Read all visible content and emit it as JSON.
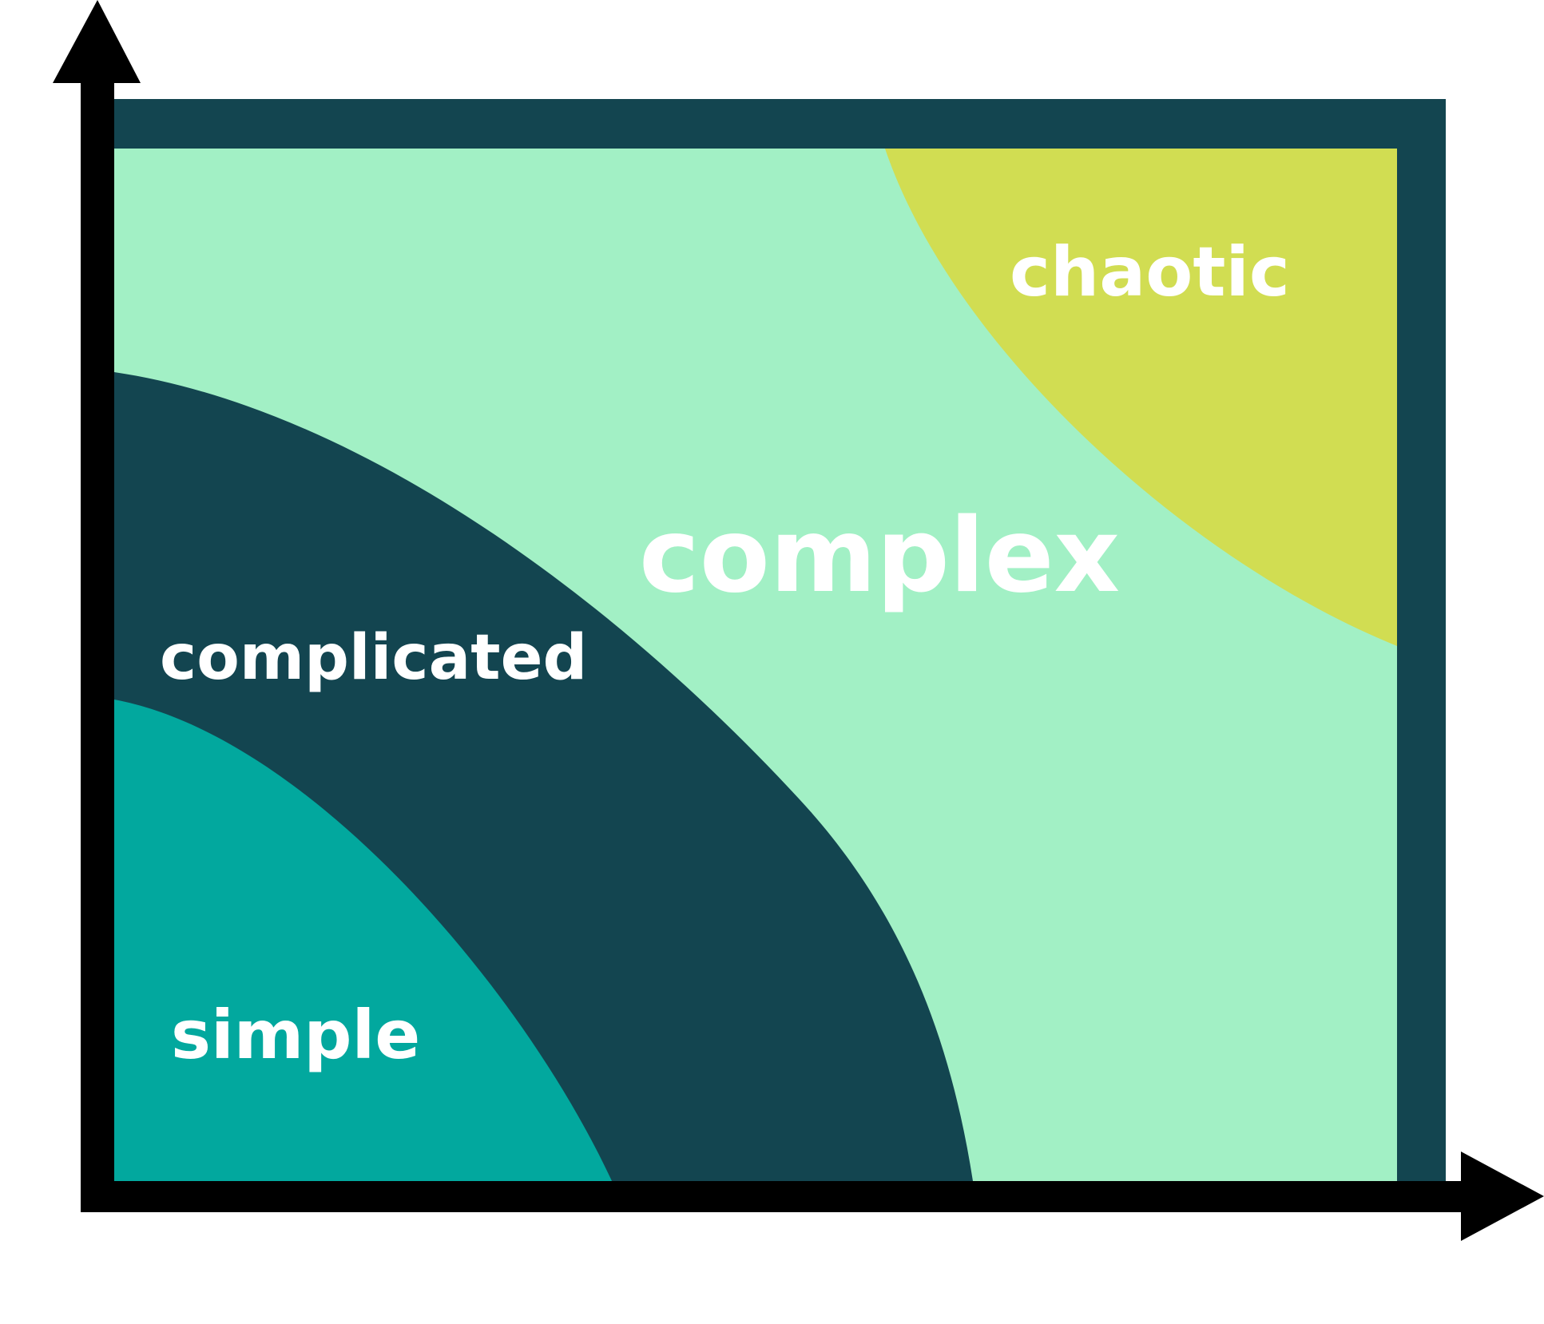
{
  "colors": {
    "frame": "#134550",
    "simple": "#02A89E",
    "complicated": "#134550",
    "complex": "#A2F0C5",
    "chaotic": "#D1DD52",
    "axis": "#000000",
    "label_text": "#FFFFFF"
  },
  "zones": {
    "simple": "simple",
    "complicated": "complicated",
    "complex": "complex",
    "chaotic": "chaotic"
  }
}
